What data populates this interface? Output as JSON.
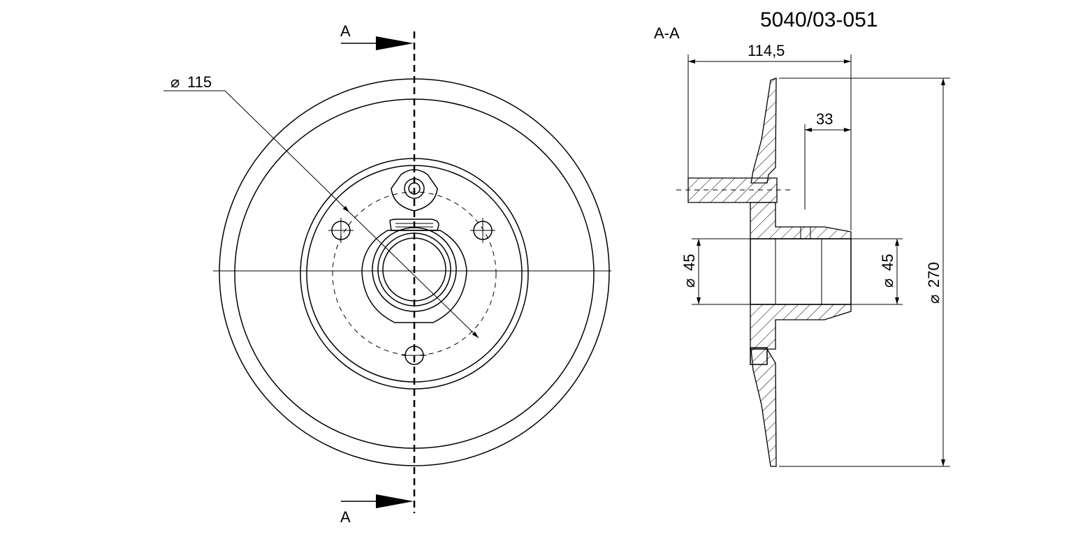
{
  "drawing": {
    "part_number": "5040/03-051",
    "section_mark": "A",
    "section_view_label": "A-A",
    "dimensions": {
      "bolt_circle": "115",
      "overall_length": "114,5",
      "hub_length": "33",
      "bore_left": "45",
      "bore_right": "45",
      "outer_diameter": "270"
    },
    "diameter_symbol": "⌀"
  }
}
